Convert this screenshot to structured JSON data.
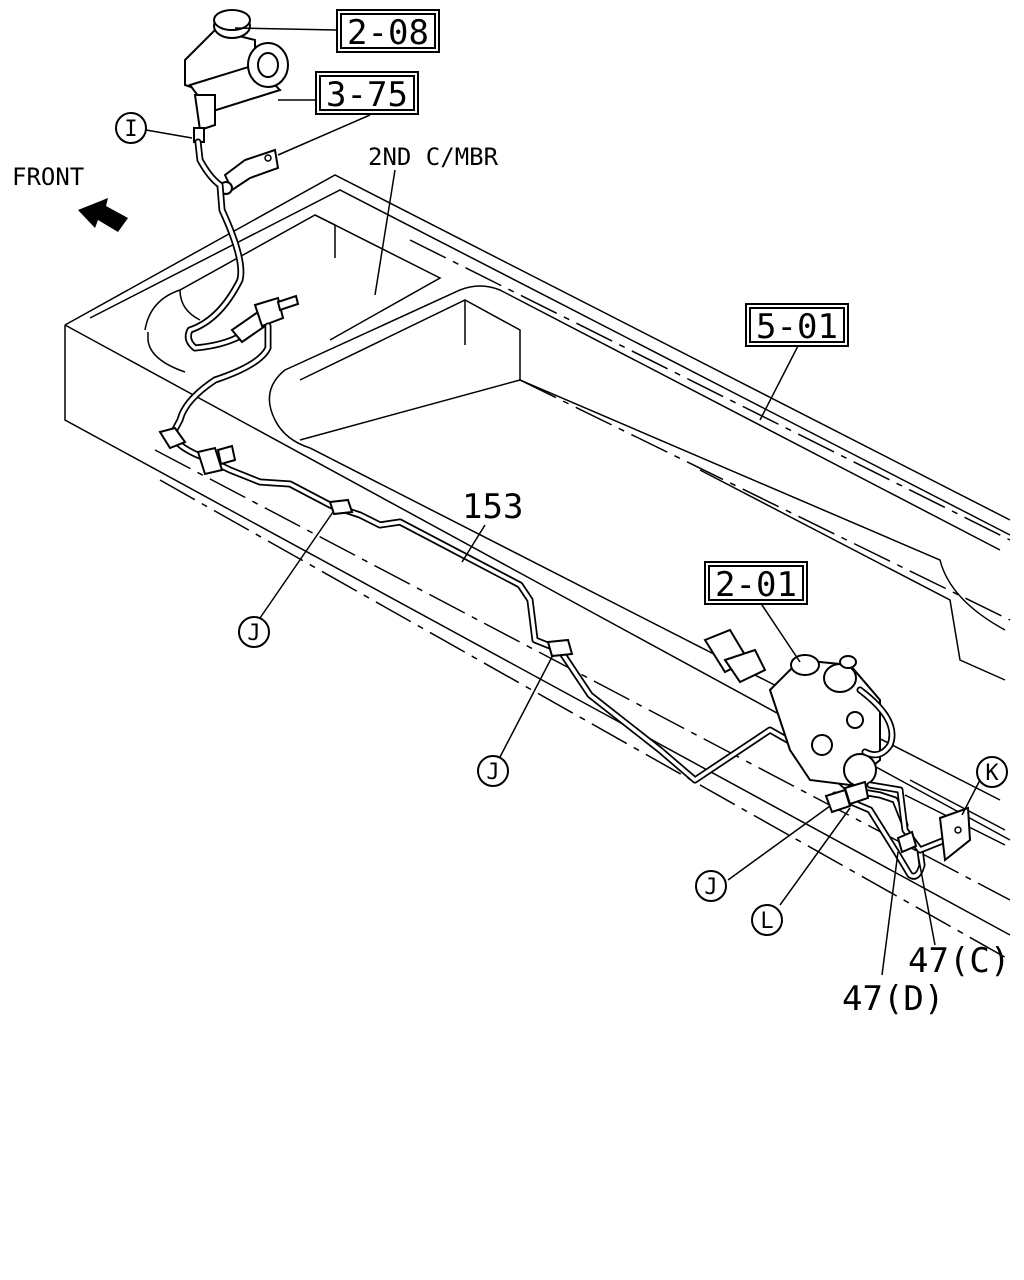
{
  "direction_label": "FRONT",
  "member_label": "2ND C/MBR",
  "part_refs": {
    "ref_2_08": "2-08",
    "ref_3_75": "3-75",
    "ref_5_01": "5-01",
    "ref_2_01": "2-01"
  },
  "part_numbers": {
    "p153": "153",
    "p47c": "47(C)",
    "p47d": "47(D)"
  },
  "callouts": {
    "i": "I",
    "j1": "J",
    "j2": "J",
    "j3": "J",
    "k": "K",
    "l": "L"
  }
}
